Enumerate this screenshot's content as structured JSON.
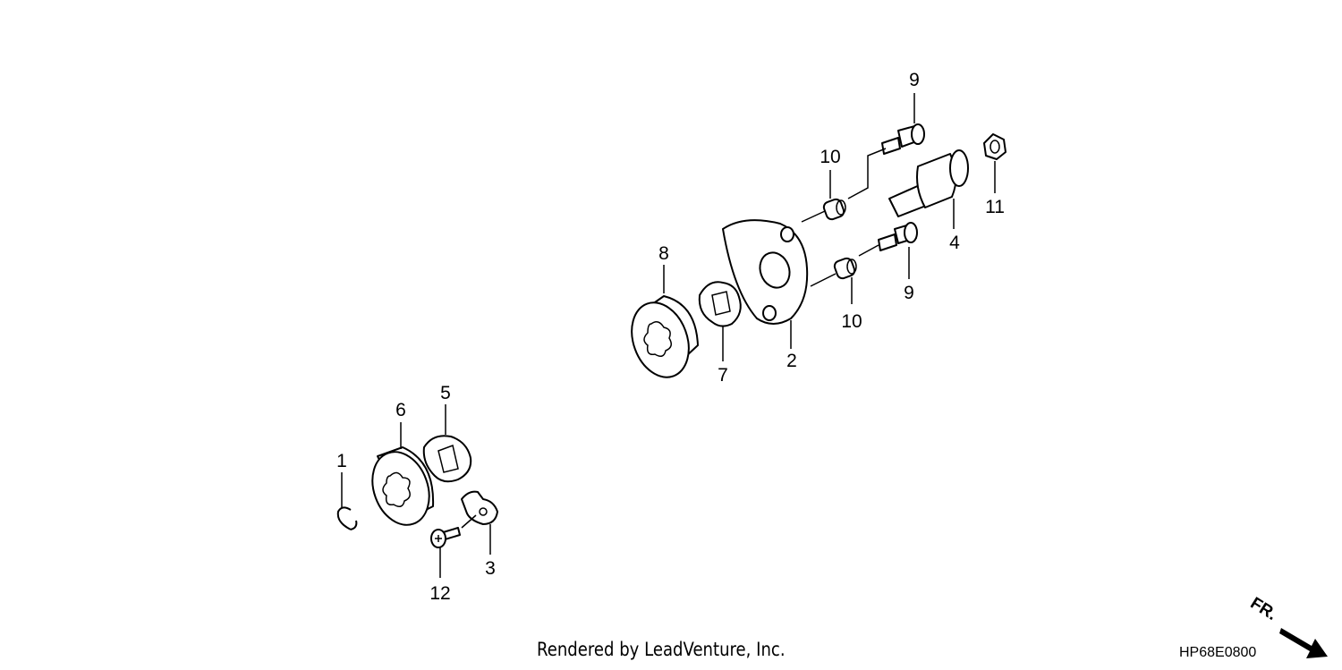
{
  "callouts": [
    "1",
    "2",
    "3",
    "4",
    "5",
    "6",
    "7",
    "8",
    "9",
    "9",
    "10",
    "10",
    "11",
    "12"
  ],
  "direction_marker": "FR.",
  "footer_credit": "Rendered by LeadVenture, Inc.",
  "diagram_code": "HP68E0800"
}
